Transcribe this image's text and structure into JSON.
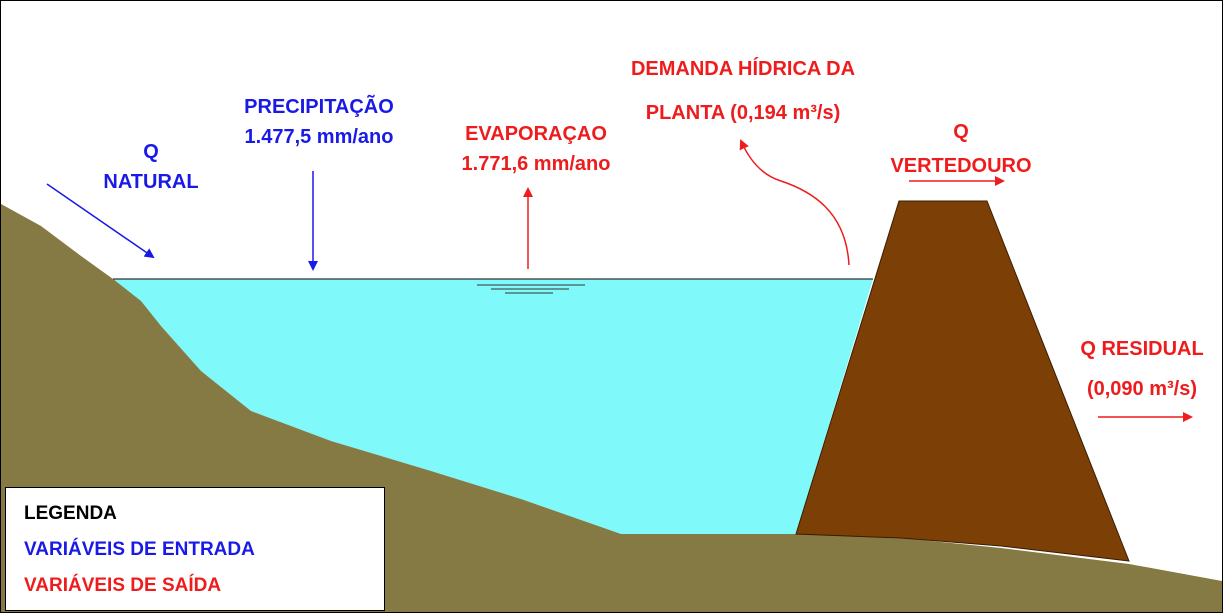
{
  "colors": {
    "input": "#1a1ae6",
    "output": "#ee1c1c",
    "water": "#7ff9f9",
    "ground": "#857a43",
    "dam": "#7c3f06"
  },
  "labels": {
    "q_natural_1": "Q",
    "q_natural_2": "NATURAL",
    "precipitation_1": "PRECIPITAÇÃO",
    "precipitation_2": "1.477,5 mm/ano",
    "evaporation_1": "EVAPORAÇAO",
    "evaporation_2": "1.771,6 mm/ano",
    "demand_1": "DEMANDA HÍDRICA DA",
    "demand_2": "PLANTA (0,194 m³/s)",
    "spillway_1": "Q",
    "spillway_2": "VERTEDOURO",
    "residual_1": "Q RESIDUAL",
    "residual_2": "(0,090 m³/s)"
  },
  "legend": {
    "title": "LEGENDA",
    "inputs": "VARIÁVEIS DE ENTRADA",
    "outputs": "VARIÁVEIS DE SAÍDA"
  }
}
